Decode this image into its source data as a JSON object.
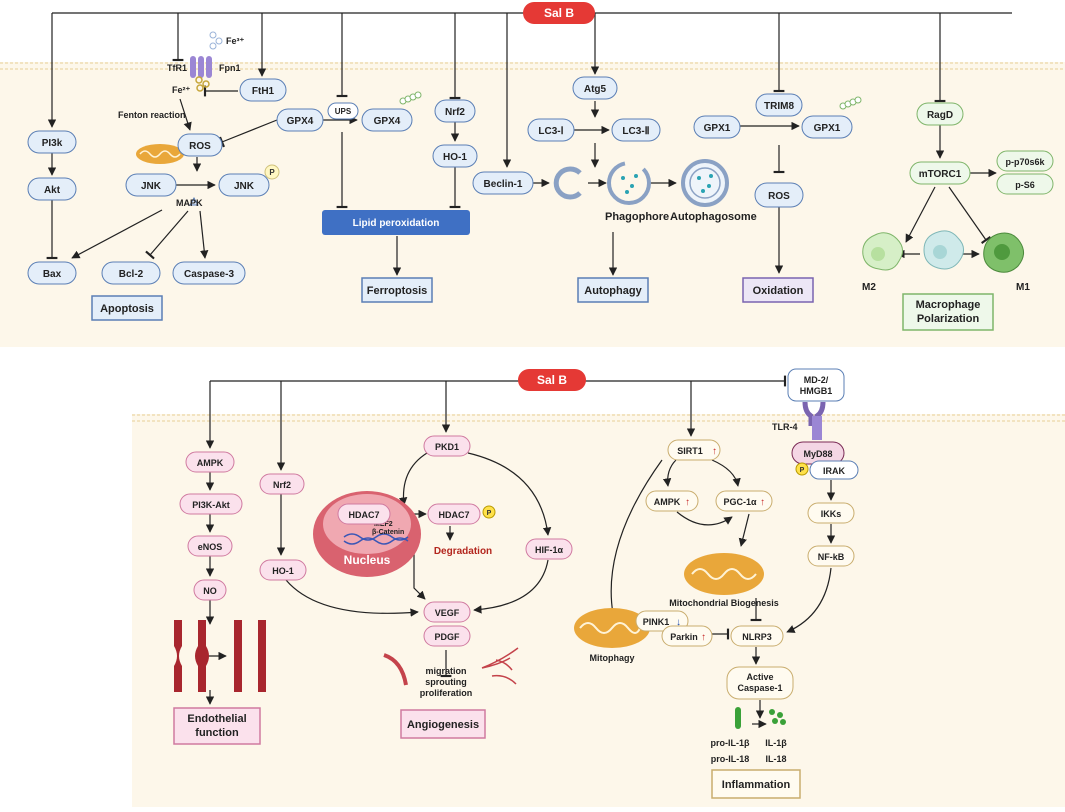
{
  "colors": {
    "salb": "#e53935",
    "panel": "#fdf7ea",
    "blue_fill": "#e4eef9",
    "blue_stroke": "#5b7fb5",
    "pink_fill": "#fbe1ec",
    "pink_stroke": "#d07aa0",
    "cream_fill": "#fffbf0",
    "cream_stroke": "#c9ad6e",
    "green_fill": "#eef8ea",
    "green_stroke": "#7fb56a",
    "purple_fill": "#ece6f6",
    "purple_stroke": "#7a64b0",
    "lipid": "#3f70c4",
    "degradation": "#b3261e"
  },
  "top": {
    "salb": "Sal B",
    "nodes": {
      "tfr1": "TfR1",
      "fe3": "Fe³⁺",
      "fpn1": "Fpn1",
      "fe2": "Fe²⁺",
      "fth1": "FtH1",
      "fenton": "Fenton reaction",
      "ros": "ROS",
      "pi3k": "PI3k",
      "akt": "Akt",
      "jnk": "JNK",
      "jnk_p": "JNK",
      "p": "P",
      "mapk": "MAPK",
      "bax": "Bax",
      "bcl2": "Bcl-2",
      "caspase3": "Caspase-3",
      "gpx4": "GPX4",
      "ups": "UPS",
      "gpx4_ub": "GPX4",
      "lipid": "Lipid peroxidation",
      "nrf2": "Nrf2",
      "ho1": "HO-1",
      "atg5": "Atg5",
      "lc3i": "LC3-Ⅰ",
      "lc3ii": "LC3-Ⅱ",
      "beclin1": "Beclin-1",
      "phagophore": "Phagophore",
      "autophagosome": "Autophagosome",
      "trim8": "TRIM8",
      "gpx1": "GPX1",
      "gpx1_ub": "GPX1",
      "ros2": "ROS",
      "ragd": "RagD",
      "mtorc1": "mTORC1",
      "p70": "p-p70s6k",
      "ps6": "p-S6",
      "m2": "M2",
      "m1": "M1"
    },
    "outcomes": {
      "apoptosis": "Apoptosis",
      "ferroptosis": "Ferroptosis",
      "autophagy": "Autophagy",
      "oxidation": "Oxidation",
      "macrophage": "Macrophage Polarization"
    }
  },
  "bottom": {
    "salb": "Sal B",
    "nodes": {
      "ampk": "AMPK",
      "pi3kakt": "PI3K-Akt",
      "enos": "eNOS",
      "no": "NO",
      "nrf2": "Nrf2",
      "ho1": "HO-1",
      "pkd1": "PKD1",
      "hdac7_n": "HDAC7",
      "hdac7": "HDAC7",
      "p": "P",
      "mef2": "MEF2",
      "bcat": "β-Catenin",
      "nucleus": "Nucleus",
      "degradation": "Degradation",
      "hif": "HIF-1α",
      "vegf": "VEGF",
      "pdgf": "PDGF",
      "migration": "migration",
      "sprouting": "sprouting",
      "proliferation": "proliferation",
      "sirt1": "SIRT1",
      "ampk2": "AMPK",
      "pgc": "PGC-1α",
      "mito_bio": "Mitochondrial Biogenesis",
      "pink1": "PINK1",
      "parkin": "Parkin",
      "mitophagy": "Mitophagy",
      "nlrp3": "NLRP3",
      "casp1": "Active Caspase-1",
      "md2": "MD-2/ HMGB1",
      "tlr4": "TLR-4",
      "myd88": "MyD88",
      "irak": "IRAK",
      "p2": "P",
      "ikks": "IKKs",
      "nfkb": "NF-kB",
      "pro_il1b": "pro-IL-1β",
      "pro_il18": "pro-IL-18",
      "il1b": "IL-1β",
      "il18": "IL-18"
    },
    "outcomes": {
      "endothelial": "Endothelial function",
      "angiogenesis": "Angiogenesis",
      "inflammation": "Inflammation"
    }
  }
}
